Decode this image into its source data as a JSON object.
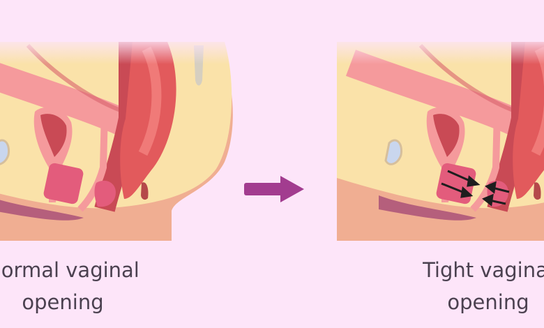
{
  "panels": [
    {
      "id": "normal",
      "caption_line1": "Normal vaginal",
      "caption_line2": "opening",
      "shows_pressure_arrows": false
    },
    {
      "id": "tight",
      "caption_line1": "Tight vaginal",
      "caption_line2": "opening",
      "shows_pressure_arrows": true
    }
  ],
  "transition_icon": "right-arrow-icon",
  "colors": {
    "background": "#fde5f9",
    "skin": "#f0ae92",
    "fat": "#fae2a9",
    "organ_pink": "#f59a9c",
    "organ_red": "#d24f58",
    "muscle": "#e35c7c",
    "arrow": "#a23c8f"
  }
}
